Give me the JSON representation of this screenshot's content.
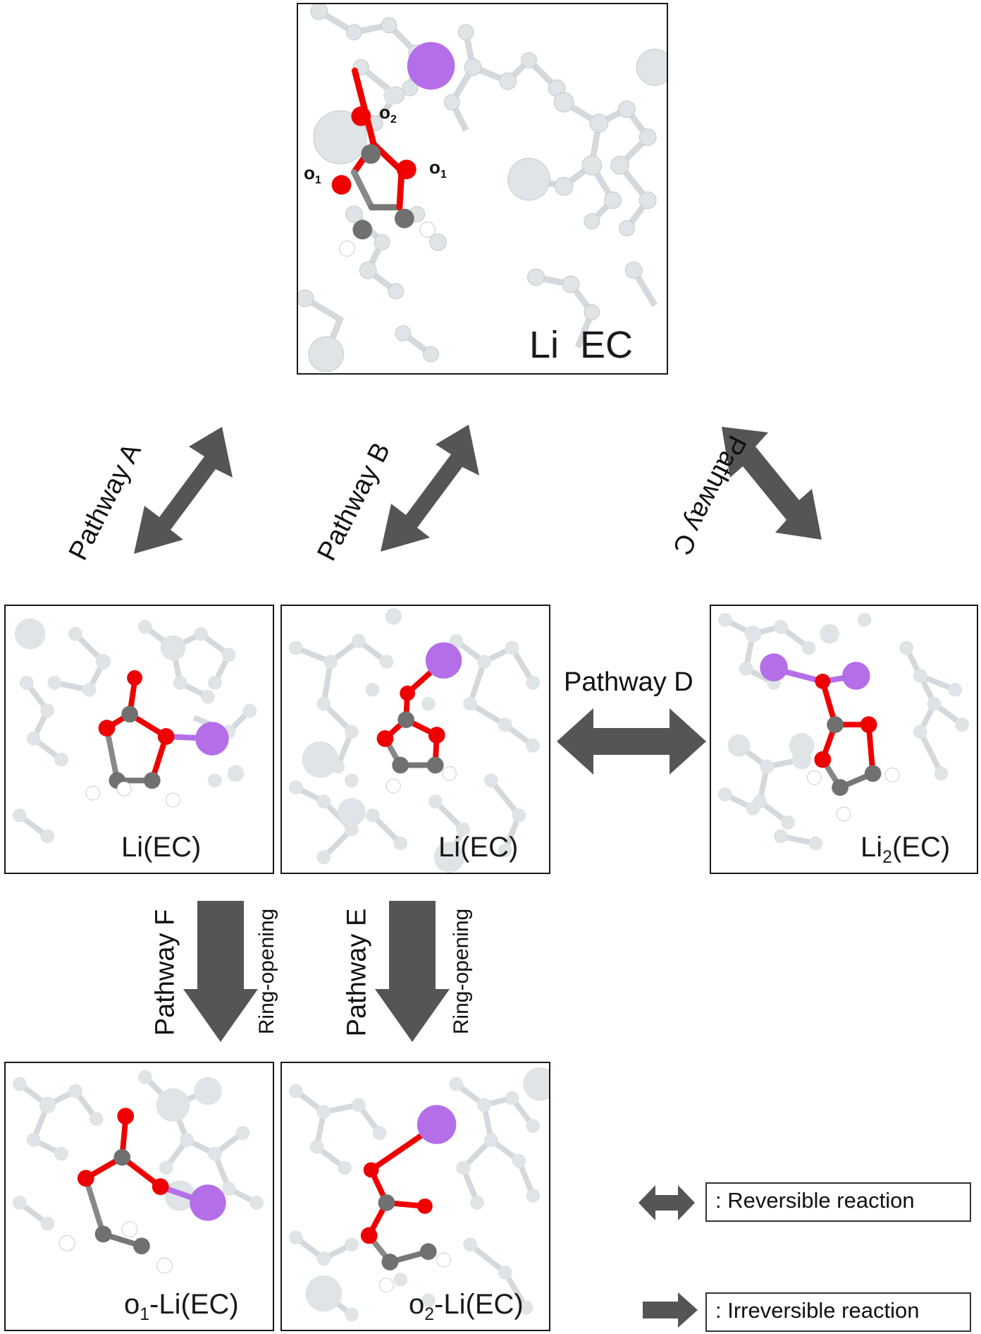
{
  "panels": {
    "top": {
      "label": "Li  EC",
      "o2": "o",
      "o2_sub": "2",
      "o1a": "o",
      "o1a_sub": "1",
      "o1b": "o",
      "o1b_sub": "1"
    },
    "mid_left": {
      "label": "Li(EC)"
    },
    "mid_center": {
      "label": "Li(EC)"
    },
    "mid_right": {
      "label_main": "Li",
      "label_sub": "2",
      "label_tail": "(EC)"
    },
    "bottom_left": {
      "label_pre": "o",
      "label_sub": "1",
      "label_tail": "-Li(EC)"
    },
    "bottom_center": {
      "label_pre": "o",
      "label_sub": "2",
      "label_tail": "-Li(EC)"
    }
  },
  "pathways": {
    "a": "Pathway A",
    "b": "Pathway B",
    "c": "Pathway C",
    "d": "Pathway D",
    "e": "Pathway E",
    "f": "Pathway F",
    "ring_opening_e": "Ring-opening",
    "ring_opening_f": "Ring-opening"
  },
  "legend": {
    "reversible": ": Reversible reaction",
    "irreversible": ": Irreversible reaction"
  },
  "colors": {
    "arrow": "#555555",
    "oxygen": "#ee0000",
    "carbon": "#6e6e6e",
    "lithium": "#b46ee8",
    "hydrogen": "#ffffff",
    "background_atoms": "#d8dde0"
  }
}
